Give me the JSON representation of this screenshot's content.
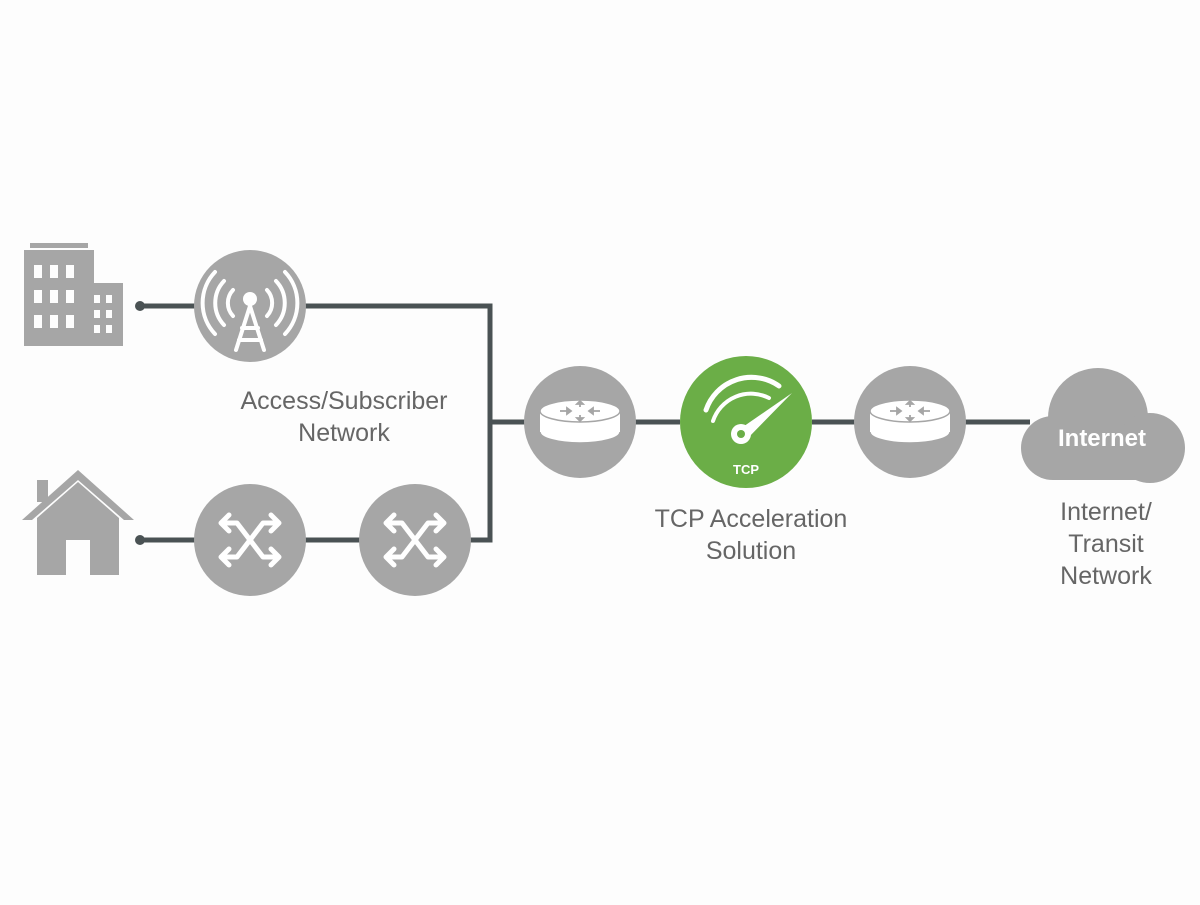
{
  "colors": {
    "line": "#4a5254",
    "node_gray": "#a6a6a6",
    "node_green": "#6bae47",
    "icon_white": "#ffffff",
    "text": "#666666"
  },
  "labels": {
    "access_line1": "Access/Subscriber",
    "access_line2": "Network",
    "tcp_line1": "TCP Acceleration",
    "tcp_line2": "Solution",
    "tcp_badge": "TCP",
    "internet_cloud": "Internet",
    "internet_line1": "Internet/",
    "internet_line2": "Transit",
    "internet_line3": "Network"
  },
  "icons": {
    "office": "office-building-icon",
    "home": "house-icon",
    "tower": "cell-tower-icon",
    "switch": "switch-icon",
    "router": "router-icon",
    "accelerator": "speedometer-icon",
    "cloud": "cloud-icon"
  }
}
